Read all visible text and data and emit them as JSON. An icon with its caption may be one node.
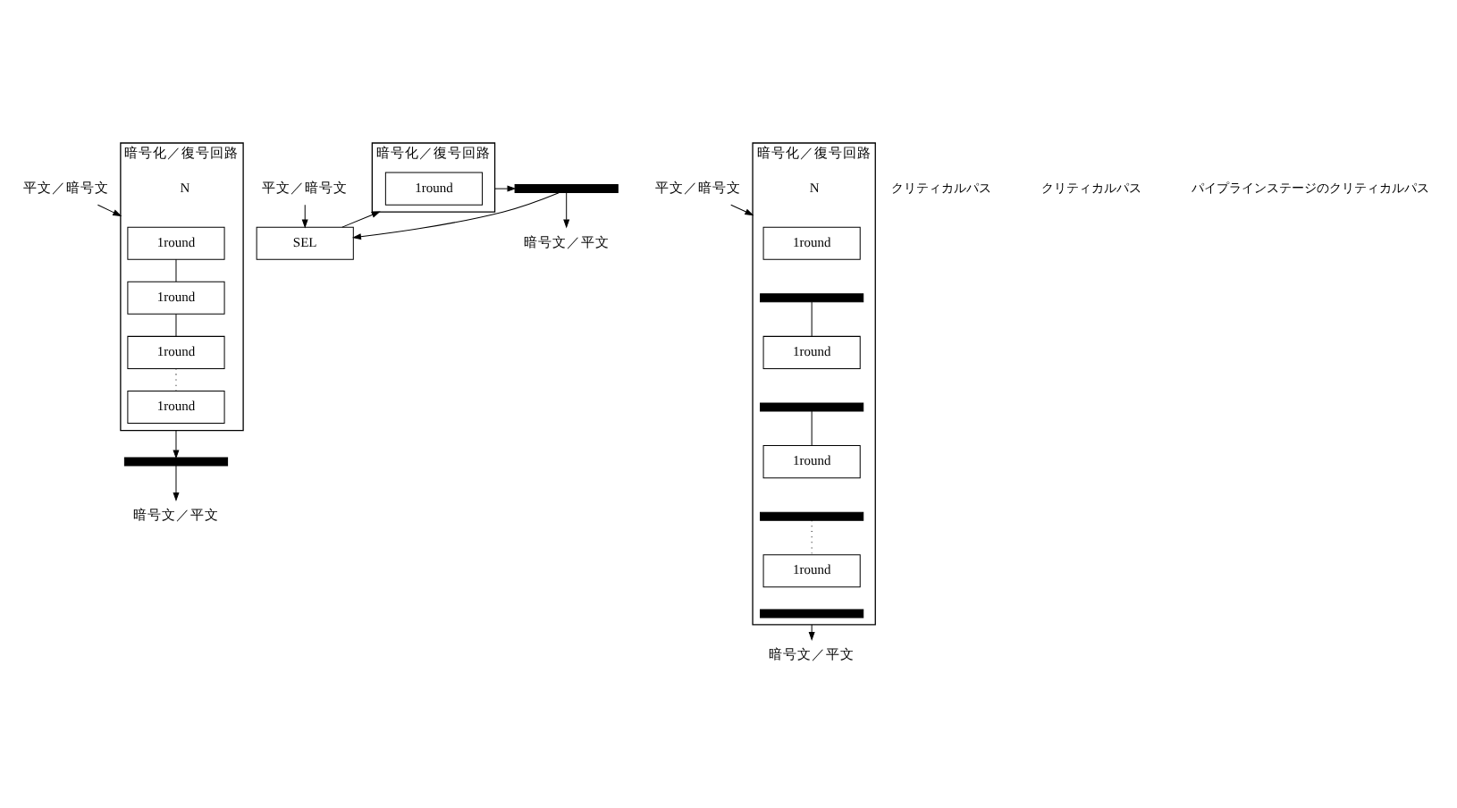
{
  "diagram": {
    "nodes": [
      {
        "text": [
          "平文／暗号文"
        ]
      },
      {
        "text": [
          "暗号化／復号回路"
        ]
      },
      {
        "text": [
          "1round"
        ],
        "in": 1
      },
      {
        "text": [
          "1round"
        ],
        "in": 1
      },
      {
        "text": [
          "1round"
        ],
        "in": 1
      },
      {
        "text": [
          "1round"
        ],
        "in": 1
      },
      {
        "text": [],
        "shape": "bar"
      },
      {
        "text": [
          "暗号文／平文"
        ]
      },
      {
        "text": [
          "平文／暗号文"
        ]
      },
      {
        "text": [
          "SEL"
        ]
      },
      {
        "text": [
          "暗号化／復号回路"
        ]
      },
      {
        "text": [
          "1round"
        ],
        "in": 10
      },
      {
        "text": [],
        "shape": "bar"
      },
      {
        "text": [
          "暗号文／平文"
        ]
      },
      {
        "text": [
          "平文／暗号文"
        ]
      },
      {
        "text": [
          "暗号化／復号回路"
        ]
      },
      {
        "text": [
          "1round"
        ],
        "in": 15
      },
      {
        "text": [],
        "shape": "bar",
        "in": 15
      },
      {
        "text": [
          "1round"
        ],
        "in": 15
      },
      {
        "text": [],
        "shape": "bar",
        "in": 15
      },
      {
        "text": [
          "1round"
        ],
        "in": 15
      },
      {
        "text": [],
        "shape": "bar",
        "in": 15
      },
      {
        "text": [
          "1round"
        ],
        "in": 15
      },
      {
        "text": [],
        "shape": "bar",
        "in": 15
      },
      {
        "text": [
          "暗号文／平文"
        ]
      }
    ],
    "edges": [
      {
        "from": 0,
        "to": 1,
        "arrow": "to"
      },
      {
        "from": 2,
        "to": 3,
        "arrow": "none"
      },
      {
        "from": 3,
        "to": 4,
        "arrow": "none"
      },
      {
        "from": 4,
        "to": 5,
        "arrow": "none",
        "style": "dashed"
      },
      {
        "from": 1,
        "to": 6,
        "arrow": "to"
      },
      {
        "from": 6,
        "to": 7,
        "arrow": "to"
      },
      {
        "from": 8,
        "to": 9,
        "arrow": "to"
      },
      {
        "from": 9,
        "to": 10,
        "arrow": "to"
      },
      {
        "from": 10,
        "to": 12,
        "arrow": "to"
      },
      {
        "from": 12,
        "to": 9,
        "arrow": "to"
      },
      {
        "from": 12,
        "to": 13,
        "arrow": "to"
      },
      {
        "from": 14,
        "to": 15,
        "arrow": "to"
      },
      {
        "from": 17,
        "to": 18,
        "arrow": "none"
      },
      {
        "from": 19,
        "to": 20,
        "arrow": "none"
      },
      {
        "from": 21,
        "to": 22,
        "arrow": "none",
        "style": "dashed"
      },
      {
        "from": 15,
        "to": 24,
        "arrow": "to"
      }
    ],
    "labels": [
      "クリティカルパス",
      "N",
      "クリティカルパス",
      "パイプラインステージのクリティカルパス",
      "N"
    ]
  }
}
